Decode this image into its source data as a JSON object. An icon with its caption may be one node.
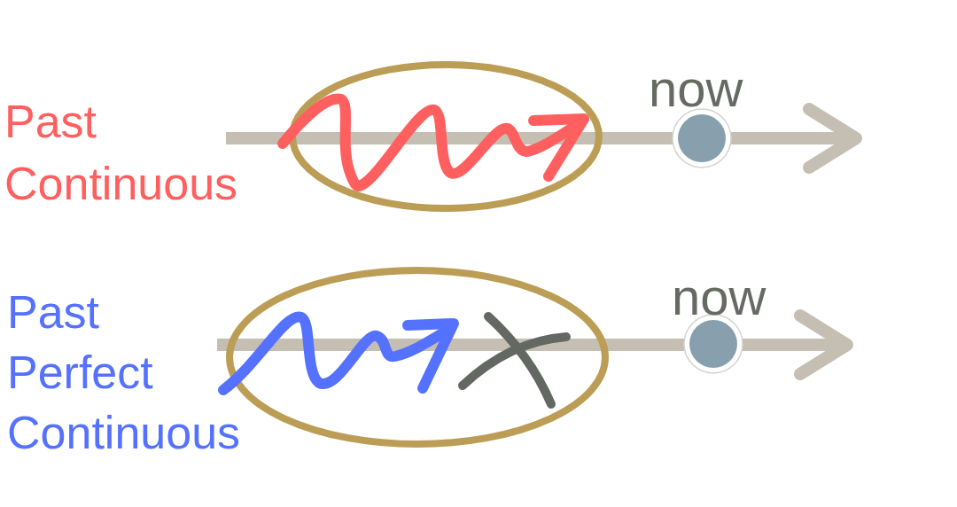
{
  "diagram": {
    "labels": [
      "Past Continuous",
      "now",
      "Past Perfect Continuous",
      "now"
    ]
  }
}
